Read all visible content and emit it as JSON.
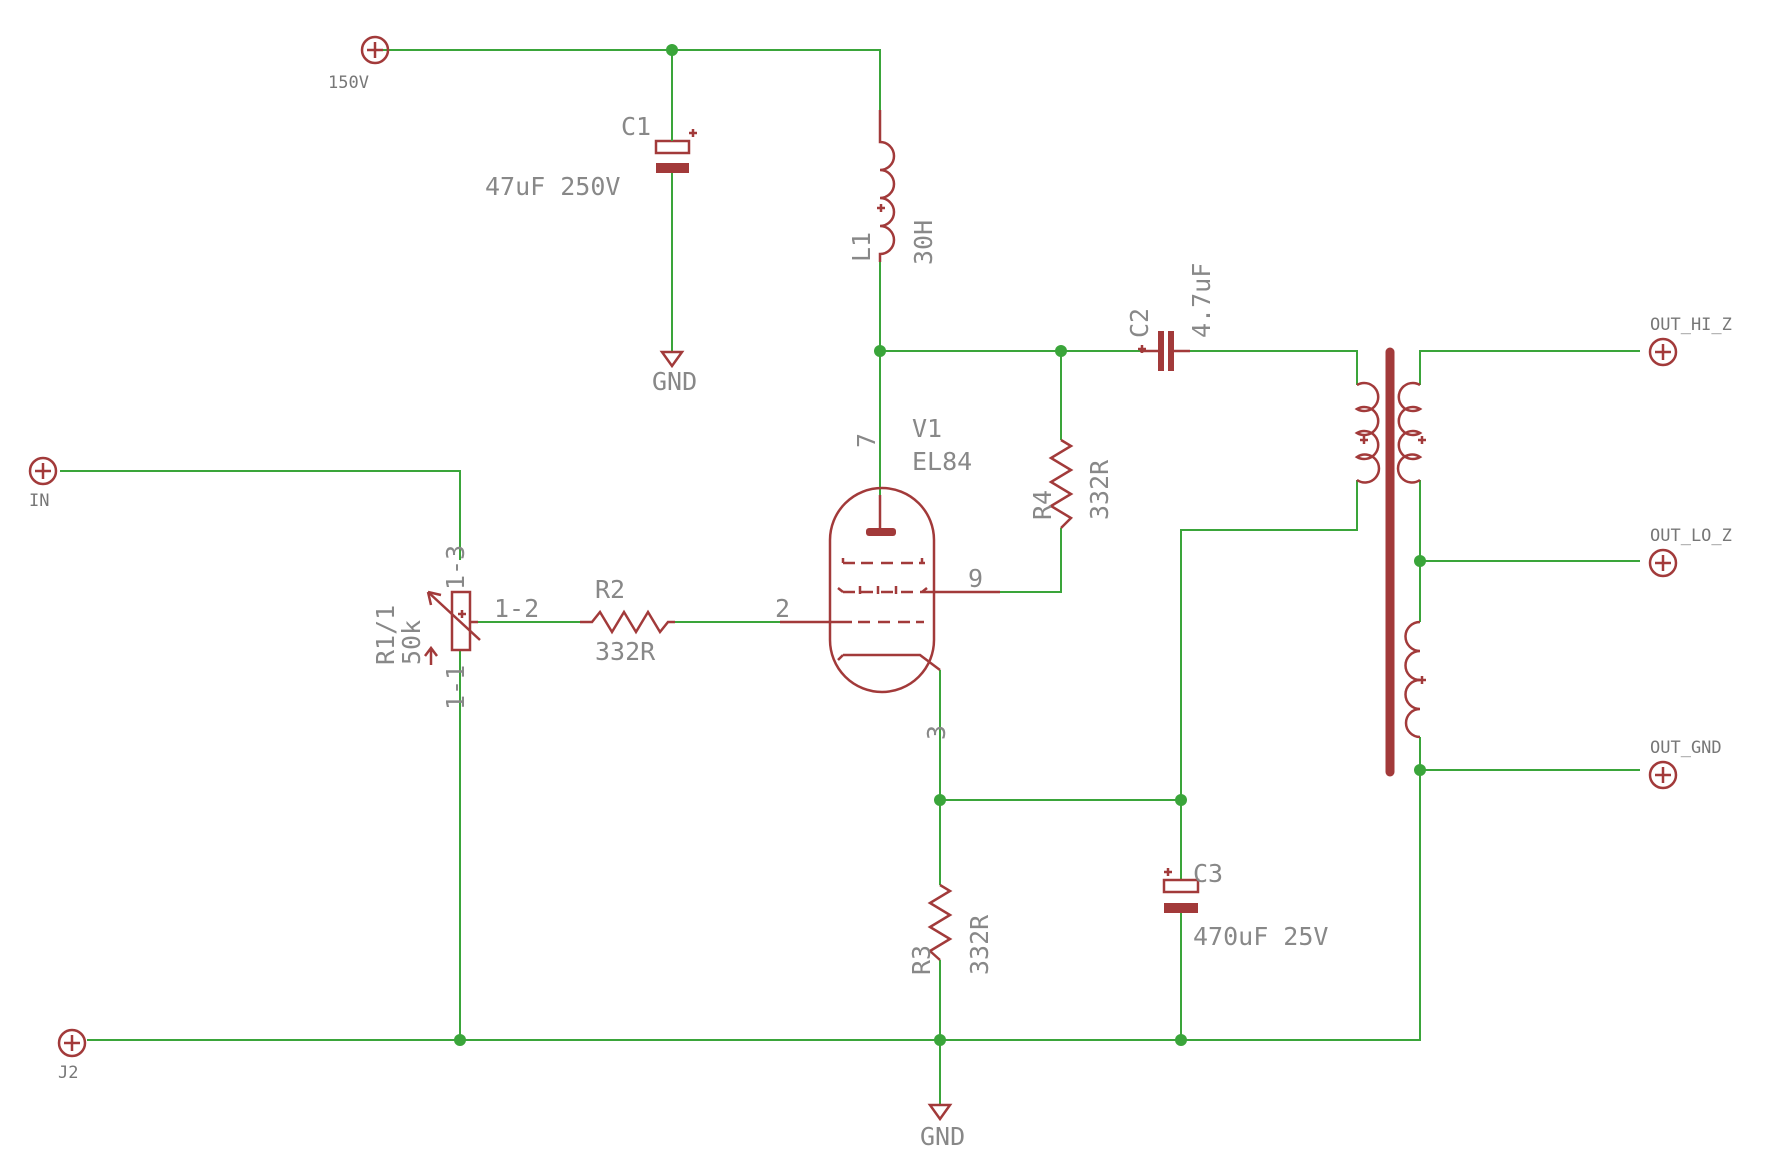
{
  "colors": {
    "wire": "#3aa53a",
    "component": "#a23a3a",
    "text": "#888888"
  },
  "connectors": {
    "supply": "150V",
    "input": "IN",
    "ground_jack": "J2",
    "out_hi": "OUT_HI_Z",
    "out_lo": "OUT_LO_Z",
    "out_gnd": "OUT_GND"
  },
  "grounds": {
    "top": "GND",
    "bottom": "GND"
  },
  "c1": {
    "name": "C1",
    "value": "47uF 250V"
  },
  "l1": {
    "name": "L1",
    "value": "30H"
  },
  "c2": {
    "name": "C2",
    "value": "4.7uF"
  },
  "r4": {
    "name": "R4",
    "value": "332R"
  },
  "v1": {
    "name": "V1",
    "value": "EL84",
    "pins": {
      "plate": "7",
      "screen": "9",
      "grid": "2",
      "cathode": "3"
    }
  },
  "r1": {
    "name": "R1/1",
    "value": "50k",
    "pins": {
      "top": "1-3",
      "wiper": "1-2",
      "bottom": "1-1"
    }
  },
  "r2": {
    "name": "R2",
    "value": "332R"
  },
  "r3": {
    "name": "R3",
    "value": "332R"
  },
  "c3": {
    "name": "C3",
    "value": "470uF 25V"
  }
}
